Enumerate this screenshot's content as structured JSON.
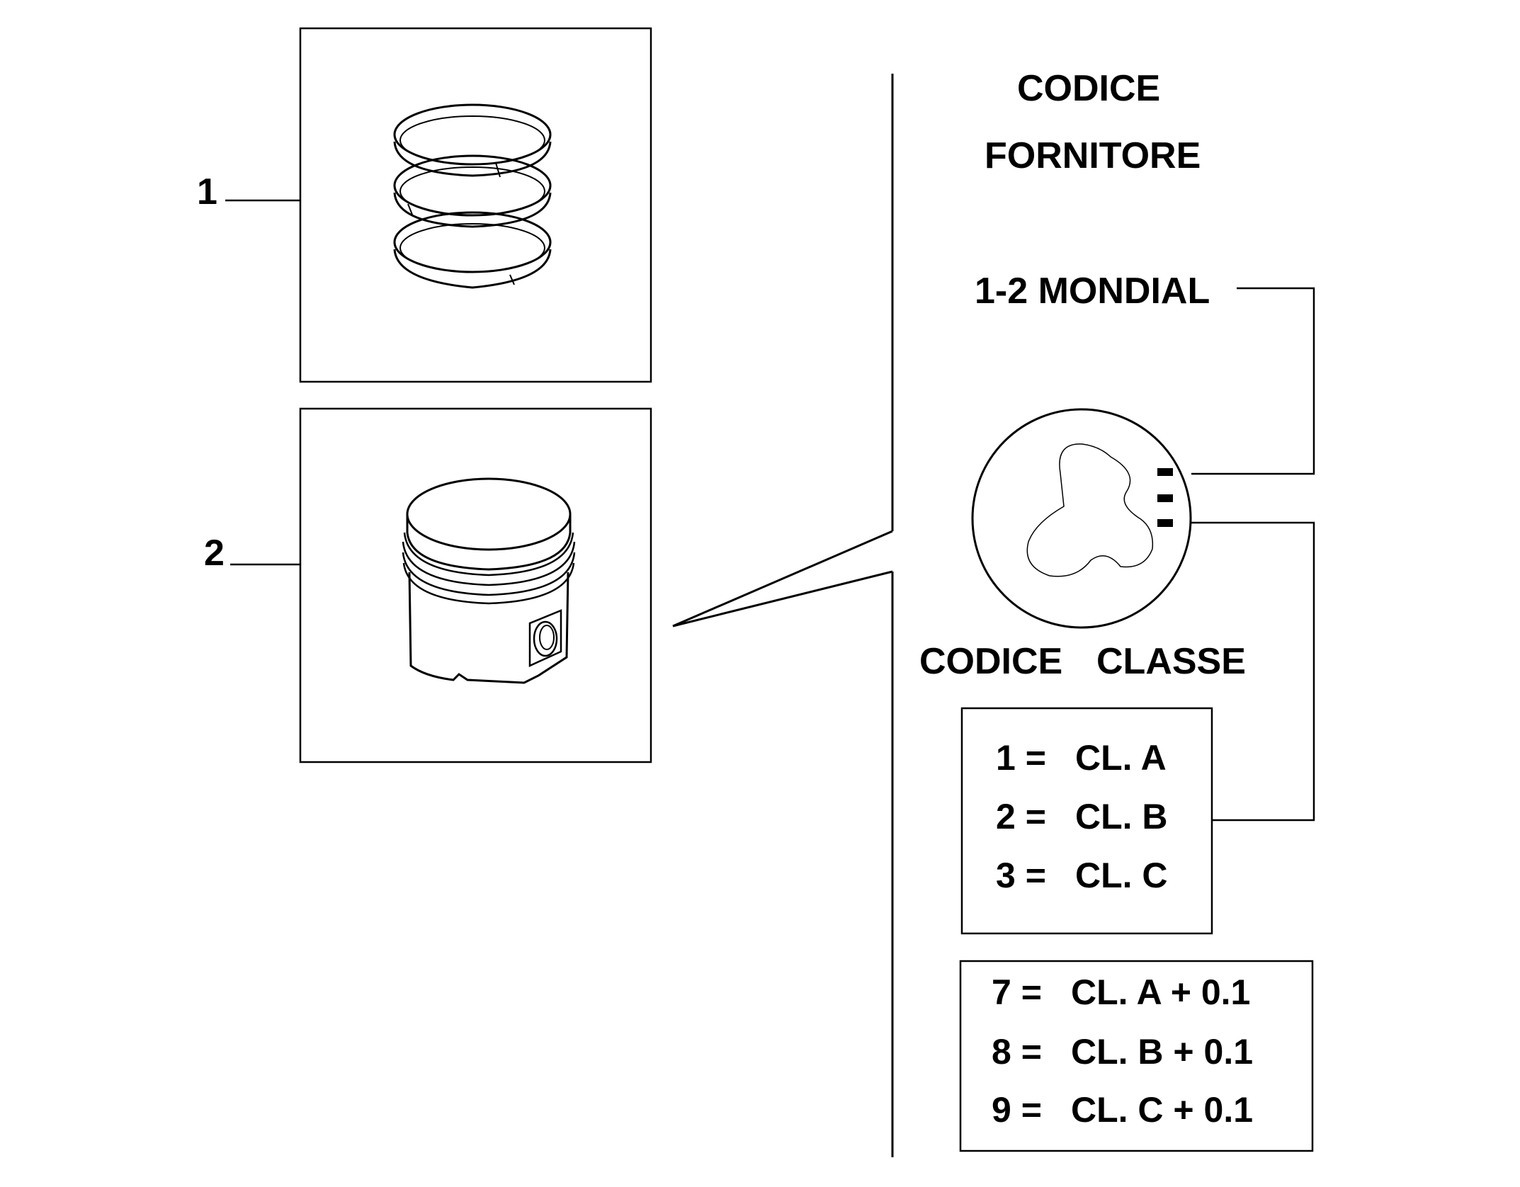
{
  "callouts": {
    "item_1": "1",
    "item_2": "2"
  },
  "header": {
    "line1": "CODICE",
    "line2": "FORNITORE"
  },
  "supplier": {
    "label": "1-2 MONDIAL"
  },
  "class_code": {
    "title_word1": "CODICE",
    "title_word2": "CLASSE",
    "standard": [
      {
        "code": "1 =",
        "value": "CL. A"
      },
      {
        "code": "2 =",
        "value": "CL. B"
      },
      {
        "code": "3 =",
        "value": "CL. C"
      }
    ],
    "oversize": [
      {
        "code": "7 =",
        "value": "CL. A + 0.1"
      },
      {
        "code": "8 =",
        "value": "CL. B + 0.1"
      },
      {
        "code": "9 =",
        "value": "CL. C + 0.1"
      }
    ]
  }
}
